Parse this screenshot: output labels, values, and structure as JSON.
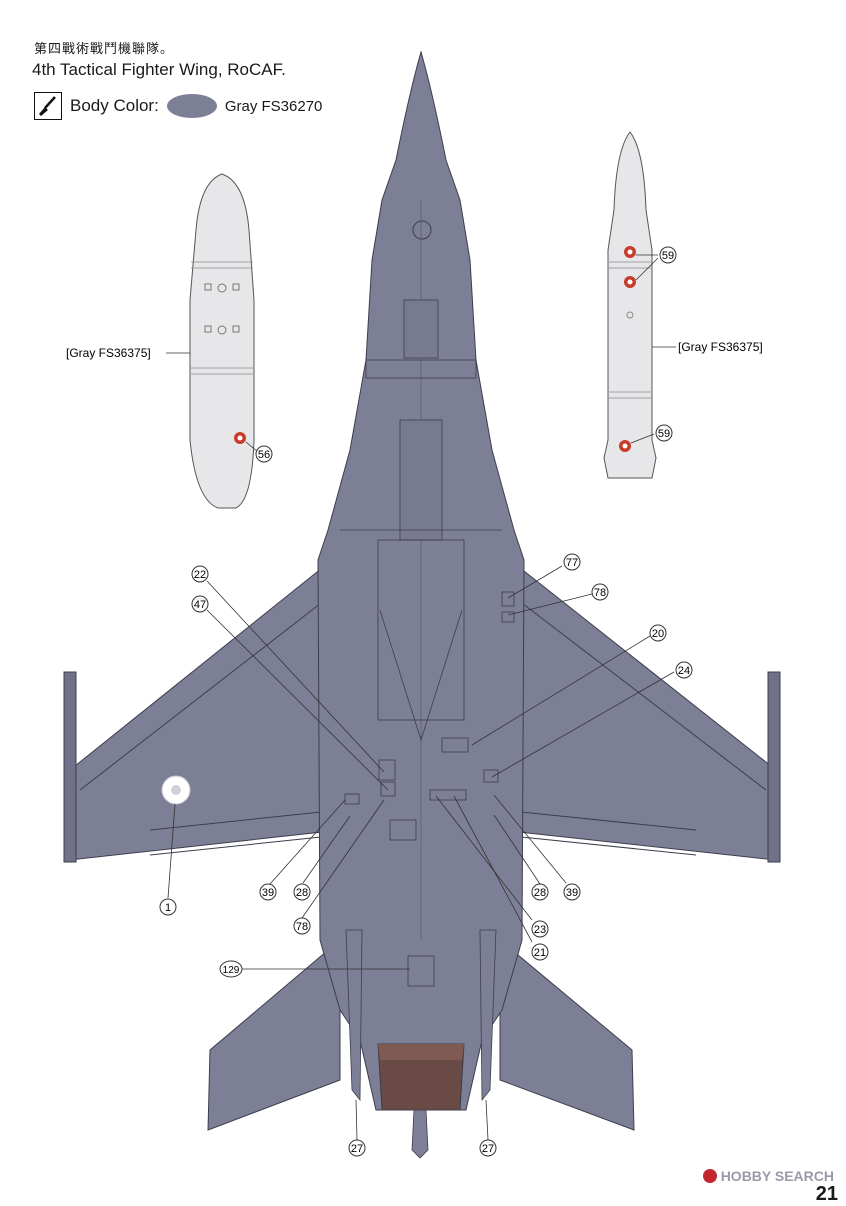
{
  "header": {
    "unit_chinese": "第四戰術戰鬥機聯隊。",
    "unit_english": "4th Tactical Fighter Wing, RoCAF.",
    "body_color_label": "Body Color:",
    "body_color_value": "Gray FS36270",
    "brush_icon": "paintbrush-icon"
  },
  "colors": {
    "body_gray": "#7d7f96",
    "tank_gray": "#e7e7ea",
    "insignia_white": "#ffffff",
    "marker_red": "#c83c2a",
    "marker_orange": "#e0893a"
  },
  "tanks": {
    "left_label": "[Gray FS36375]",
    "right_label": "[Gray FS36375]"
  },
  "callouts": {
    "c56": "56",
    "c59a": "59",
    "c59b": "59",
    "c22": "22",
    "c47": "47",
    "c77": "77",
    "c78a": "78",
    "c20": "20",
    "c24": "24",
    "c1": "1",
    "c39a": "39",
    "c28a": "28",
    "c78b": "78",
    "c28b": "28",
    "c39b": "39",
    "c23": "23",
    "c21": "21",
    "c129": "129",
    "c27a": "27",
    "c27b": "27"
  },
  "footer": {
    "watermark": "HOBBY SEARCH",
    "page_number": "21"
  }
}
